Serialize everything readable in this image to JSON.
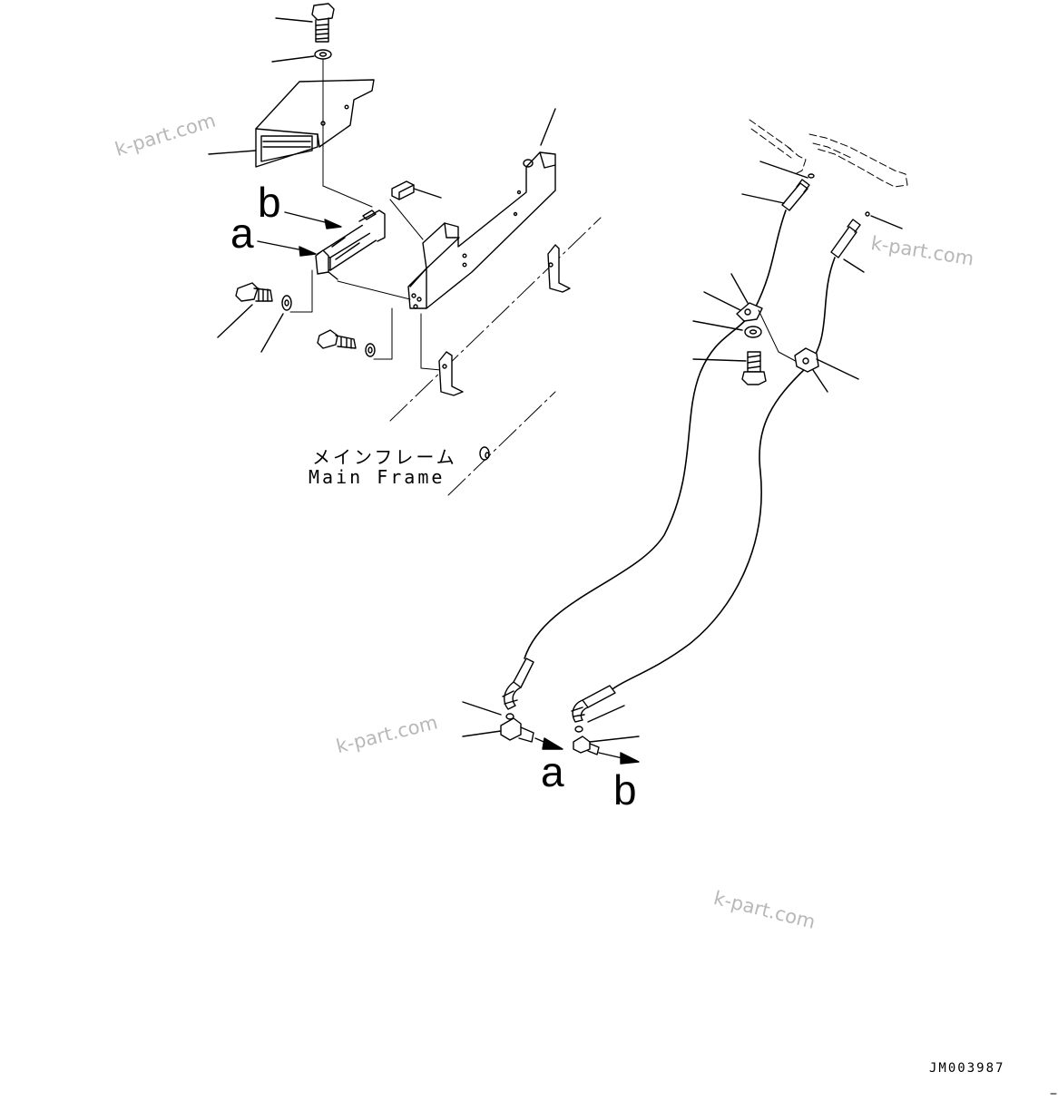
{
  "diagram": {
    "frame_label_jp": "メインフレーム",
    "frame_label_en": "Main Frame",
    "callout_letters": {
      "top_b": "b",
      "top_a": "a",
      "bottom_a": "a",
      "bottom_b": "b"
    },
    "drawing_code": "JM003987",
    "watermarks": [
      "k-part.com",
      "k-part.com",
      "k-part.com",
      "k-part.com"
    ]
  }
}
